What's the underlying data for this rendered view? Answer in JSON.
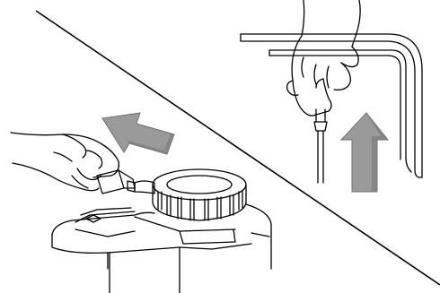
{
  "figure": {
    "panels": [
      {
        "id": "top-right",
        "subject": "hand-pressing-release-lever-under-handle-bar",
        "arrow_direction": "up"
      },
      {
        "id": "bottom-left",
        "subject": "fingers-pulling-tab-on-bottle-cap-assembly",
        "arrow_direction": "up-left"
      }
    ],
    "colors": {
      "line": "#000000",
      "arrow_fill": "#9a9a9a",
      "arrow_stroke": "#6f6f6f",
      "background": "#ffffff"
    }
  }
}
